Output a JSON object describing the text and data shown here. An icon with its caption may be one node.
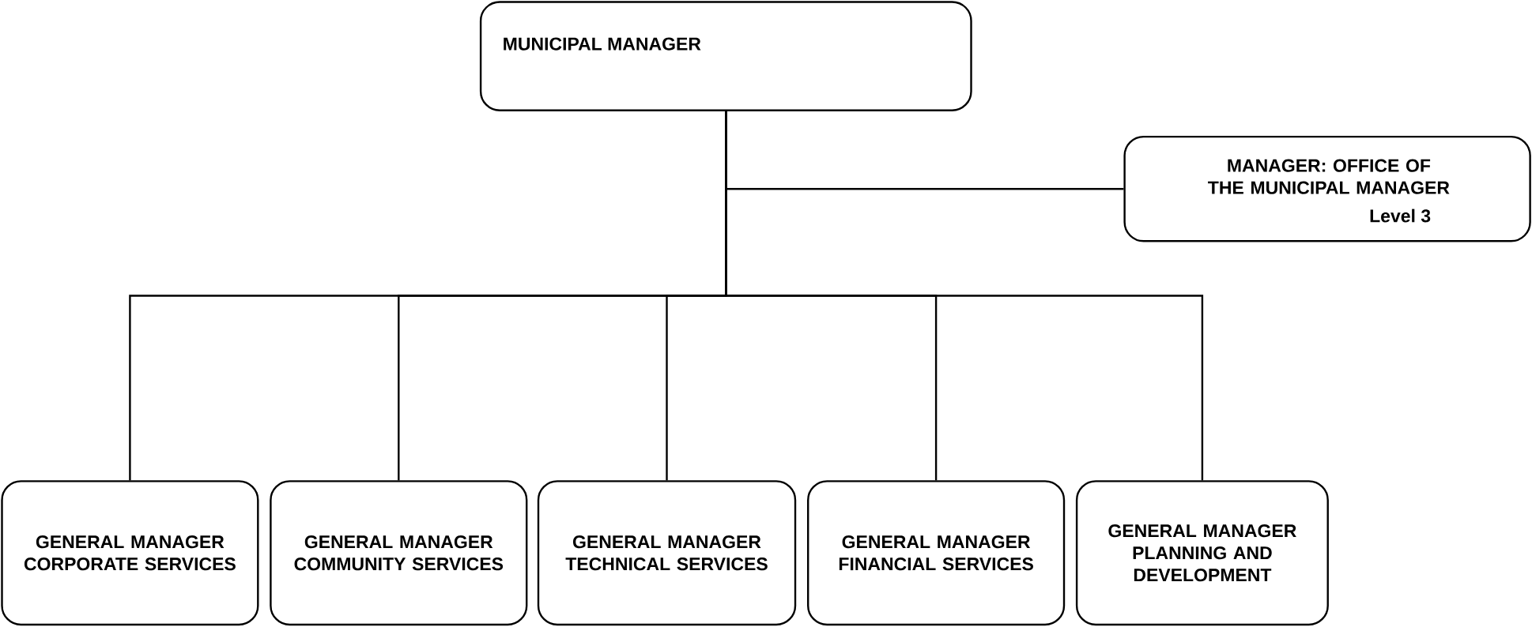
{
  "diagram": {
    "nodes": [
      {
        "text": [
          "MUNICIPAL  MANAGER"
        ]
      },
      {
        "text": [
          "MANAGER:  OFFICE OF THE MUNICIPAL  MANAGER",
          "Level 3"
        ]
      },
      {
        "text": [
          "GENERAL MANAGER CORPORATE SERVICES"
        ]
      },
      {
        "text": [
          "GENERAL MANAGER COMMUNITY  SERVICES"
        ]
      },
      {
        "text": [
          "GENERAL MANAGER TECHNICAL SERVICES"
        ]
      },
      {
        "text": [
          "GENERAL MANAGER FINANCIAL SERVICES"
        ]
      },
      {
        "text": [
          "GENERAL MANAGER PLANNING AND DEVELOPMENT"
        ]
      }
    ],
    "edges": [
      {
        "from": 0,
        "to": 1,
        "arrow": "none"
      },
      {
        "from": 0,
        "to": 2,
        "arrow": "none"
      },
      {
        "from": 0,
        "to": 3,
        "arrow": "none"
      },
      {
        "from": 0,
        "to": 4,
        "arrow": "none"
      },
      {
        "from": 0,
        "to": 5,
        "arrow": "none"
      },
      {
        "from": 0,
        "to": 6,
        "arrow": "none"
      }
    ]
  }
}
